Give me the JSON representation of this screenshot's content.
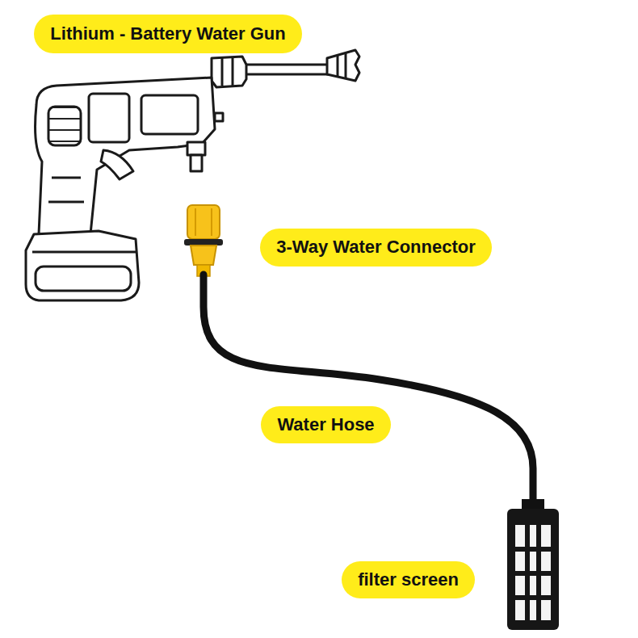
{
  "diagram": {
    "nodes": [
      {
        "text": [
          "Lithium - Battery Water Gun"
        ]
      },
      {
        "text": [
          "3-Way Water Connector"
        ]
      },
      {
        "text": [
          "Water Hose"
        ]
      },
      {
        "text": [
          "filter screen"
        ]
      }
    ]
  }
}
